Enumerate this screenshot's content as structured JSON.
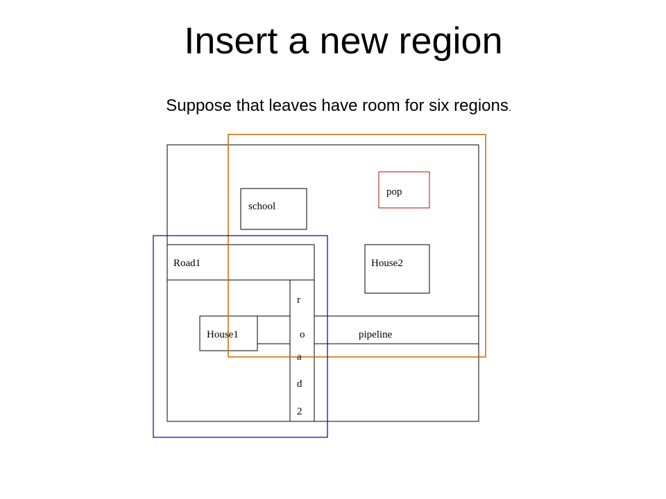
{
  "slide": {
    "title": "Insert a new region",
    "subtitle": "Suppose that leaves have room for six regions",
    "subtitle_period": "."
  },
  "diagram": {
    "colors": {
      "region_outline": "#000000",
      "new_region": "#cc0000",
      "leaf_orange": "#cc6600",
      "leaf_blue": "#000099"
    },
    "labels": {
      "school": "school",
      "pop": "pop",
      "road1": "Road1",
      "house2": "House2",
      "house1": "House1",
      "pipeline": "pipeline",
      "road2_letters": [
        "r",
        "o",
        "a",
        "d",
        "2"
      ]
    }
  }
}
